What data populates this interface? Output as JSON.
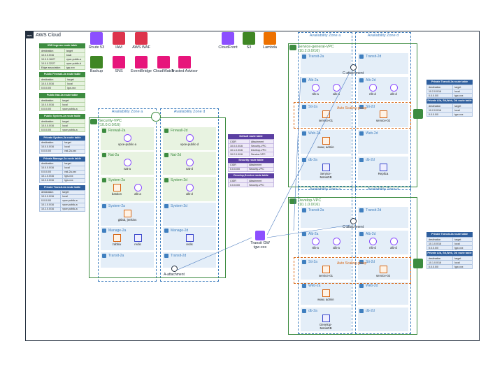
{
  "cloud": {
    "label": "AWS Cloud",
    "logo": "aws"
  },
  "services": [
    {
      "label": "Route 53",
      "icon": "route53-icon",
      "color": "#8c4fff"
    },
    {
      "label": "IAM",
      "icon": "iam-icon",
      "color": "#dd344c"
    },
    {
      "label": "AWS WAF",
      "icon": "waf-icon",
      "color": "#dd344c"
    },
    {
      "label": "Backup",
      "icon": "backup-icon",
      "color": "#3f8624"
    },
    {
      "label": "SNS",
      "icon": "sns-icon",
      "color": "#e7157b"
    },
    {
      "label": "EventBridge",
      "icon": "eventbridge-icon",
      "color": "#e7157b"
    },
    {
      "label": "CloudWatch",
      "icon": "cloudwatch-icon",
      "color": "#e7157b"
    },
    {
      "label": "Trusted Advisor",
      "icon": "trusted-advisor-icon",
      "color": "#e7157b"
    },
    {
      "label": "CloudFront",
      "icon": "cloudfront-icon",
      "color": "#8c4fff"
    },
    {
      "label": "S3",
      "icon": "s3-icon",
      "color": "#3f8624"
    },
    {
      "label": "Lambda",
      "icon": "lambda-icon",
      "color": "#ed7100"
    }
  ],
  "left_tables": [
    {
      "title": "IGW ingress route table",
      "style": "green",
      "rows": [
        [
          "destination",
          "target"
        ],
        [
          "10.0.0.0/16",
          "local"
        ],
        [
          "10.0.0.16/27",
          "vpce-public-a"
        ],
        [
          "10.0.0.32/27",
          "vpce-public-d"
        ],
        [
          "Edge association",
          "igw-xxx"
        ]
      ]
    },
    {
      "title": "Public Firewall-2a route table",
      "style": "green",
      "rows": [
        [
          "destination",
          "target"
        ],
        [
          "10.0.0.0/16",
          "local"
        ],
        [
          "0.0.0.0/0",
          "igw-xxx"
        ]
      ]
    },
    {
      "title": "Public Nat-2a route table",
      "style": "green",
      "rows": [
        [
          "destination",
          "target"
        ],
        [
          "10.0.0.0/16",
          "local"
        ],
        [
          "0.0.0.0/0",
          "vpce-public-a"
        ]
      ]
    },
    {
      "title": "Public System-2a route table",
      "style": "green",
      "rows": [
        [
          "destination",
          "target"
        ],
        [
          "10.0.0.0/16",
          "local"
        ],
        [
          "0.0.0.0/0",
          "vpce-public-a"
        ]
      ]
    },
    {
      "title": "Private System-2a route table",
      "style": "blue",
      "rows": [
        [
          "destination",
          "target"
        ],
        [
          "10.0.0.0/16",
          "local"
        ],
        [
          "0.0.0.0/0",
          "nat-2a-xxx"
        ]
      ]
    },
    {
      "title": "Private Manage-2a route table",
      "style": "blue",
      "rows": [
        [
          "destination",
          "target"
        ],
        [
          "10.0.0.0/16",
          "local"
        ],
        [
          "0.0.0.0/0",
          "nat-2a-xxx"
        ],
        [
          "10.1.0.0/16",
          "tgw-xxx"
        ],
        [
          "10.2.0.0/16",
          "tgw-xxx"
        ]
      ]
    },
    {
      "title": "Private Transit-2a route table",
      "style": "blue",
      "rows": [
        [
          "destination",
          "target"
        ],
        [
          "10.0.0.0/16",
          "local"
        ],
        [
          "0.0.0.0/0",
          "vpce-public-a"
        ],
        [
          "10.1.0.0/16",
          "vpce-public-a"
        ],
        [
          "10.2.0.0/16",
          "vpce-public-a"
        ]
      ]
    }
  ],
  "center_tables": [
    {
      "title": "Default route table",
      "style": "purple",
      "rows": [
        [
          "CIDR",
          "Attachment"
        ],
        [
          "10.0.0.0/16",
          "Security-VPC"
        ],
        [
          "10.1.0.0/16",
          "Develop-VPC"
        ],
        [
          "10.2.0.0/16",
          "Service-VPC"
        ]
      ]
    },
    {
      "title": "Security route table",
      "style": "purple",
      "rows": [
        [
          "CIDR",
          "Attachment"
        ],
        [
          "0.0.0.0/0",
          "Security-VPC"
        ]
      ]
    },
    {
      "title": "Develop,Service route table",
      "style": "purple",
      "rows": [
        [
          "CIDR",
          "Attachment"
        ],
        [
          "0.0.0.0/0",
          "Security-VPC"
        ]
      ]
    }
  ],
  "right_tables": [
    {
      "title": "Private Transit-2a route table",
      "style": "blue",
      "rows": [
        [
          "destination",
          "target"
        ],
        [
          "10.2.0.0/16",
          "local"
        ],
        [
          "0.0.0.0/0",
          "tgw-xxx"
        ]
      ]
    },
    {
      "title": "Private Alb, Sti,Web, Db route table",
      "style": "blue",
      "rows": [
        [
          "destination",
          "target"
        ],
        [
          "10.2.0.0/16",
          "local"
        ],
        [
          "0.0.0.0/0",
          "tgw-xxx"
        ]
      ]
    },
    {
      "title": "Private Transit-2a route table",
      "style": "blue",
      "rows": [
        [
          "destination",
          "target"
        ],
        [
          "10.1.0.0/16",
          "local"
        ],
        [
          "0.0.0.0/0",
          "tgw-xxx"
        ]
      ]
    },
    {
      "title": "Private Alb, Sti,Web, Db route table",
      "style": "blue",
      "rows": [
        [
          "destination",
          "target"
        ],
        [
          "10.1.0.0/16",
          "local"
        ],
        [
          "0.0.0.0/0",
          "tgw-xxx"
        ]
      ]
    }
  ],
  "security_vpc": {
    "label": "Security-VPC",
    "cidr": "(10.0.0.0/16)",
    "az_a": "Availability Zone a",
    "az_d": "Availability Zone d",
    "subnets_a": [
      {
        "label": "Firewall-2a",
        "type": "pub",
        "nodes": [
          "vpce-public-a"
        ]
      },
      {
        "label": "Nat-2a",
        "type": "pub",
        "nodes": [
          "nat-a"
        ]
      },
      {
        "label": "System-2a",
        "type": "pub",
        "nodes": [
          "bastion",
          "alb-a"
        ]
      },
      {
        "label": "System-2a",
        "type": "priv",
        "nodes": [
          "gitlab, jenkins"
        ]
      },
      {
        "label": "Manage-2a",
        "type": "priv",
        "nodes": [
          "zabbix",
          "redis"
        ]
      },
      {
        "label": "Transit-2a",
        "type": "priv",
        "nodes": []
      }
    ],
    "subnets_d": [
      {
        "label": "Firewall-2d",
        "type": "pub",
        "nodes": [
          "vpce-public-d"
        ]
      },
      {
        "label": "Nat-2d",
        "type": "pub",
        "nodes": [
          "nat-d"
        ]
      },
      {
        "label": "System-2d",
        "type": "pub",
        "nodes": [
          "alb-d"
        ]
      },
      {
        "label": "System-2d",
        "type": "priv",
        "nodes": []
      },
      {
        "label": "Manage-2d",
        "type": "priv",
        "nodes": [
          "redis"
        ]
      },
      {
        "label": "Transit-2d",
        "type": "priv",
        "nodes": []
      }
    ],
    "attachment": "A-attachment"
  },
  "transit_gw": {
    "label": "Transit GW",
    "id": "tgw-xxx"
  },
  "service_vpc": {
    "label": "Service-general-VPC",
    "cidr": "(10.2.0.0/16)",
    "az_a": "Availability Zone a",
    "az_d": "Availability Zone d",
    "attachment": "C-attachment",
    "asg": "Auto Scaling group",
    "subnets_a": [
      {
        "label": "Transit-2a",
        "type": "priv",
        "nodes": []
      },
      {
        "label": "Alb-2a",
        "type": "priv",
        "nodes": [
          "nlb-a",
          "alb-a"
        ]
      },
      {
        "label": "Sti-2a",
        "type": "priv",
        "nodes": [
          "service-01"
        ]
      },
      {
        "label": "Web-2a",
        "type": "priv",
        "nodes": [
          "www, admin"
        ]
      },
      {
        "label": "db-2a",
        "type": "priv",
        "nodes": [
          "Service-MariaDB"
        ]
      }
    ],
    "subnets_d": [
      {
        "label": "Transit-2d",
        "type": "priv",
        "nodes": []
      },
      {
        "label": "Alb-2d",
        "type": "priv",
        "nodes": [
          "nlb-d",
          "alb-d"
        ]
      },
      {
        "label": "Sti-2d",
        "type": "priv",
        "nodes": [
          "service-02"
        ]
      },
      {
        "label": "Web-2d",
        "type": "priv",
        "nodes": []
      },
      {
        "label": "db-2d",
        "type": "priv",
        "nodes": [
          "Replica"
        ]
      }
    ]
  },
  "develop_vpc": {
    "label": "Develop-VPC",
    "cidr": "(10.1.0.0/16)",
    "az_a": "Availability Zone a",
    "az_d": "Availability Zone d",
    "attachment": "C-attachment",
    "asg": "Auto Scaling group",
    "subnets_a": [
      {
        "label": "Transit-2a",
        "type": "priv",
        "nodes": []
      },
      {
        "label": "Alb-2a",
        "type": "priv",
        "nodes": [
          "nlb-a",
          "alb-a"
        ]
      },
      {
        "label": "Sti-2a",
        "type": "priv",
        "nodes": [
          "service-01"
        ]
      },
      {
        "label": "Web-2a",
        "type": "priv",
        "nodes": [
          "www, admin"
        ]
      },
      {
        "label": "db-2a",
        "type": "priv",
        "nodes": [
          "Develop-MariaDB"
        ]
      }
    ],
    "subnets_d": [
      {
        "label": "Transit-2d",
        "type": "priv",
        "nodes": []
      },
      {
        "label": "Alb-2d",
        "type": "priv",
        "nodes": [
          "nlb-d",
          "alb-d"
        ]
      },
      {
        "label": "Sti-2d",
        "type": "priv",
        "nodes": [
          "service-02"
        ]
      },
      {
        "label": "Web-2d",
        "type": "priv",
        "nodes": []
      },
      {
        "label": "db-2d",
        "type": "priv",
        "nodes": []
      }
    ]
  }
}
